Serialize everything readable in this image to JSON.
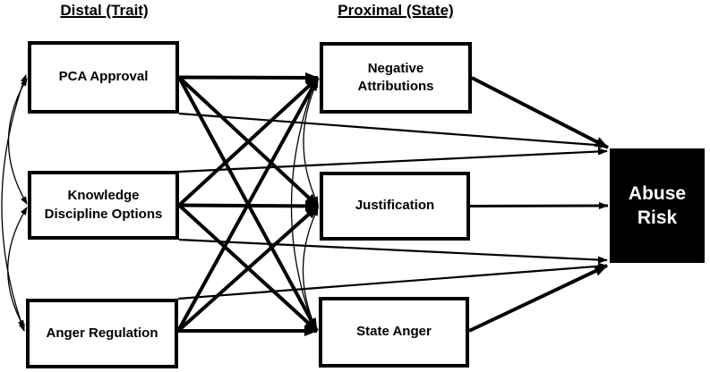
{
  "headers": {
    "distal": "Distal (Trait)",
    "proximal": "Proximal (State)"
  },
  "nodes": {
    "pca_approval": {
      "label": "PCA Approval"
    },
    "knowledge_discipline_options": {
      "label": "Knowledge\nDiscipline Options"
    },
    "anger_regulation": {
      "label": "Anger Regulation"
    },
    "negative_attributions": {
      "label": "Negative\nAttributions"
    },
    "justification": {
      "label": "Justification"
    },
    "state_anger": {
      "label": "State Anger"
    },
    "abuse_risk": {
      "label": "Abuse\nRisk"
    }
  },
  "colors": {
    "line": "#000000",
    "box_fill": "#ffffff",
    "box_border": "#000000",
    "abuse_fill": "#000000",
    "abuse_text": "#ffffff"
  },
  "diagram": {
    "edges": [
      {
        "from": "pca_approval",
        "to": "negative_attributions",
        "kind": "effect"
      },
      {
        "from": "pca_approval",
        "to": "justification",
        "kind": "effect"
      },
      {
        "from": "pca_approval",
        "to": "state_anger",
        "kind": "effect"
      },
      {
        "from": "knowledge_discipline_options",
        "to": "negative_attributions",
        "kind": "effect"
      },
      {
        "from": "knowledge_discipline_options",
        "to": "justification",
        "kind": "effect"
      },
      {
        "from": "knowledge_discipline_options",
        "to": "state_anger",
        "kind": "effect"
      },
      {
        "from": "anger_regulation",
        "to": "negative_attributions",
        "kind": "effect"
      },
      {
        "from": "anger_regulation",
        "to": "justification",
        "kind": "effect"
      },
      {
        "from": "anger_regulation",
        "to": "state_anger",
        "kind": "effect"
      },
      {
        "from": "negative_attributions",
        "to": "abuse_risk",
        "kind": "effect"
      },
      {
        "from": "justification",
        "to": "abuse_risk",
        "kind": "effect"
      },
      {
        "from": "state_anger",
        "to": "abuse_risk",
        "kind": "effect"
      },
      {
        "from": "pca_approval",
        "to": "abuse_risk",
        "kind": "direct"
      },
      {
        "from": "knowledge_discipline_options",
        "to": "abuse_risk",
        "kind": "direct"
      },
      {
        "from": "knowledge_discipline_options",
        "to": "abuse_risk",
        "kind": "direct"
      },
      {
        "from": "anger_regulation",
        "to": "abuse_risk",
        "kind": "direct"
      }
    ],
    "correlations": [
      {
        "between": [
          "pca_approval",
          "knowledge_discipline_options"
        ]
      },
      {
        "between": [
          "knowledge_discipline_options",
          "anger_regulation"
        ]
      },
      {
        "between": [
          "pca_approval",
          "anger_regulation"
        ]
      },
      {
        "between": [
          "negative_attributions",
          "justification"
        ]
      },
      {
        "between": [
          "justification",
          "state_anger"
        ]
      },
      {
        "between": [
          "negative_attributions",
          "state_anger"
        ]
      }
    ]
  }
}
